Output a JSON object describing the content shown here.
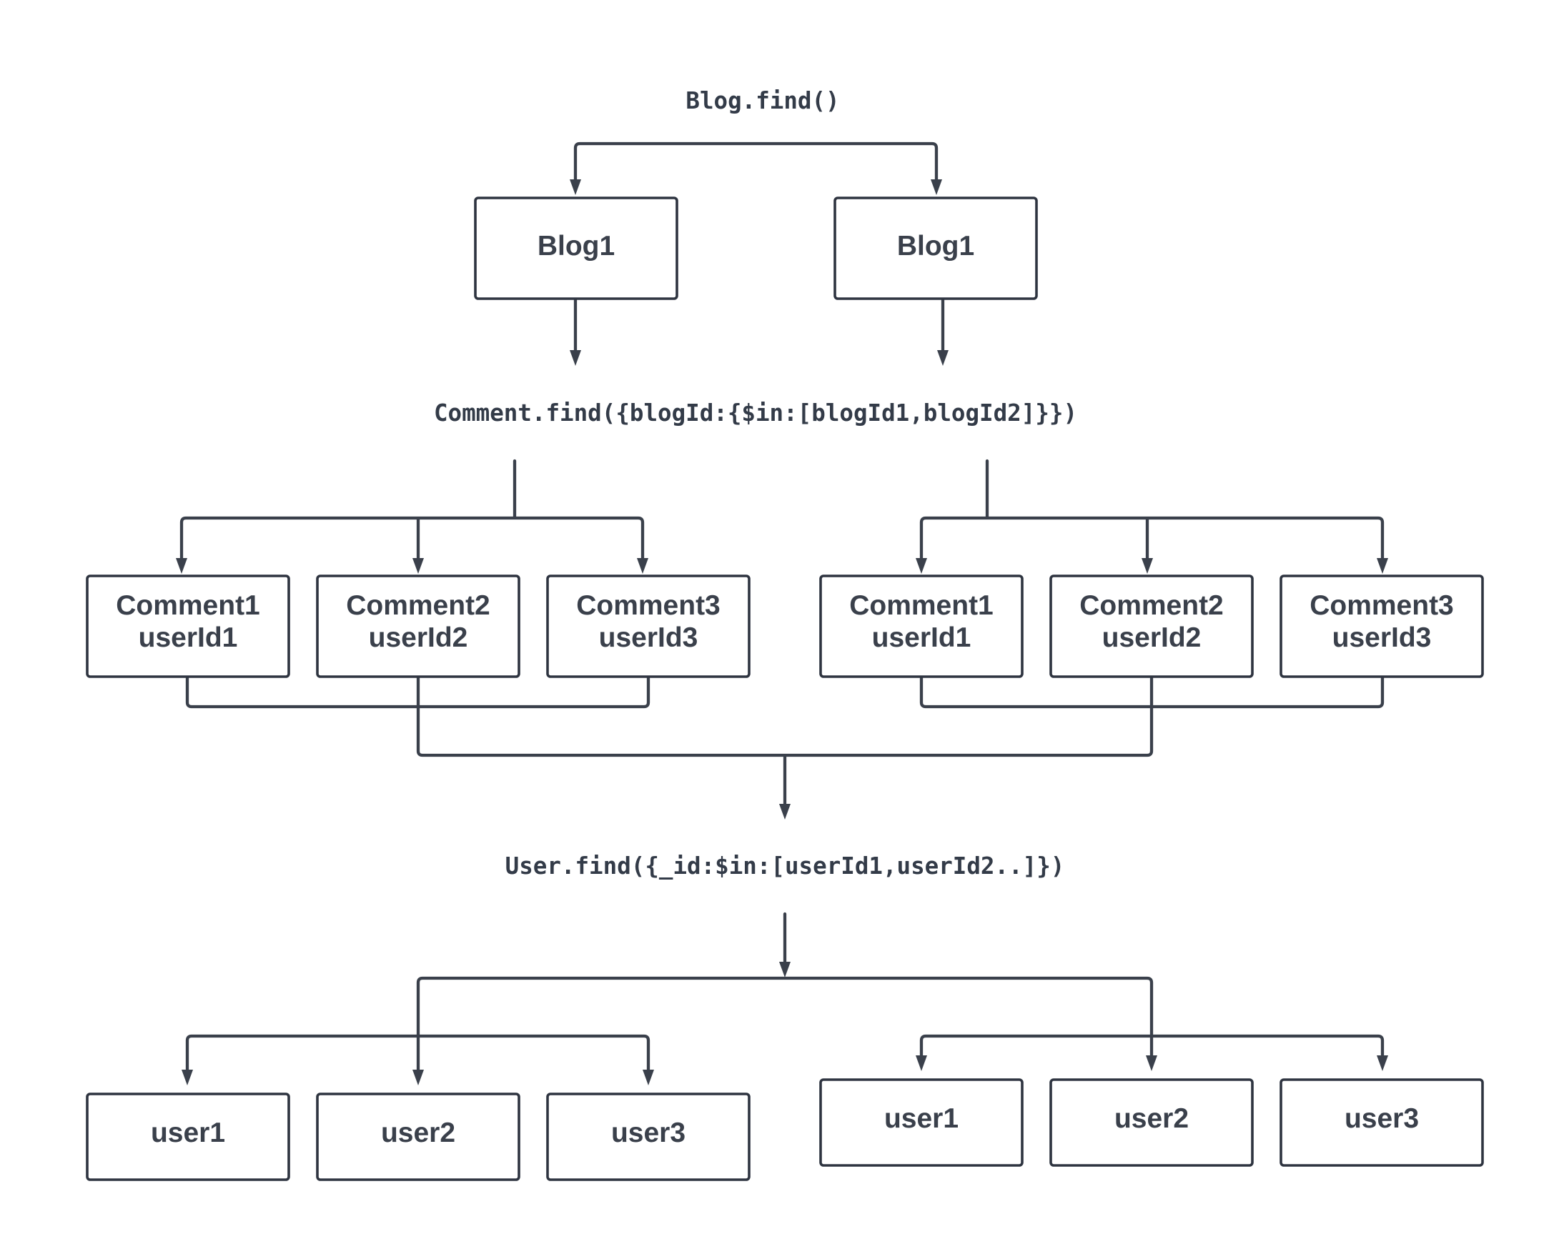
{
  "queries": {
    "blog_find": "Blog.find()",
    "comment_find": "Comment.find({blogId:{$in:[blogId1,blogId2]}})",
    "user_find": "User.find({_id:$in:[userId1,userId2..]})"
  },
  "blogs": [
    {
      "label": "Blog1"
    },
    {
      "label": "Blog1"
    }
  ],
  "comments": [
    {
      "line1": "Comment1",
      "line2": "userId1"
    },
    {
      "line1": "Comment2",
      "line2": "userId2"
    },
    {
      "line1": "Comment3",
      "line2": "userId3"
    },
    {
      "line1": "Comment1",
      "line2": "userId1"
    },
    {
      "line1": "Comment2",
      "line2": "userId2"
    },
    {
      "line1": "Comment3",
      "line2": "userId3"
    }
  ],
  "users": [
    {
      "label": "user1"
    },
    {
      "label": "user2"
    },
    {
      "label": "user3"
    },
    {
      "label": "user1"
    },
    {
      "label": "user2"
    },
    {
      "label": "user3"
    }
  ],
  "colors": {
    "line": "#3a404b",
    "box_border": "#2e3440",
    "text": "#333b48",
    "background": "#ffffff"
  }
}
